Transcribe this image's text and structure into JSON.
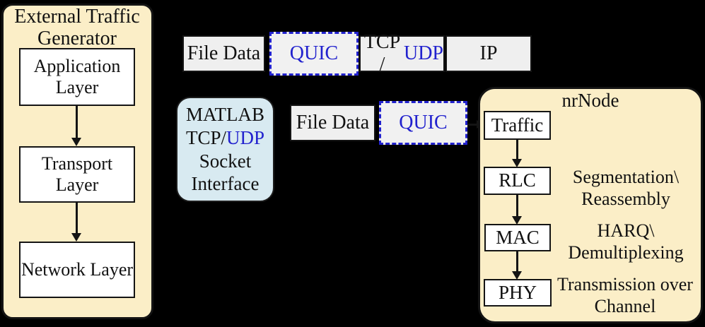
{
  "colors": {
    "background": "#000000",
    "panel_fill": "#FBEEC7",
    "gray_segment_fill": "#EFEFEF",
    "white_box_fill": "#FFFFFF",
    "matlab_fill": "#D8EAF1",
    "accent_blue": "#2222CE",
    "line_black": "#141414"
  },
  "left_panel": {
    "title": "External Traffic Generator",
    "layers": [
      "Application Layer",
      "Transport Layer",
      "Network Layer"
    ]
  },
  "stack_top": {
    "file_data": "File Data",
    "quic": "QUIC",
    "tcp": "TCP /",
    "udp": "UDP",
    "ip": "IP"
  },
  "matlab_box": {
    "line1": "MATLAB",
    "tcp": "TCP/",
    "udp": "UDP",
    "line3": "Socket",
    "line4": "Interface"
  },
  "stack_inner": {
    "file_data": "File Data",
    "quic": "QUIC"
  },
  "nrnode": {
    "title": "nrNode",
    "blocks": [
      "Traffic",
      "RLC",
      "MAC",
      "PHY"
    ],
    "annotations": [
      "Segmentation\\\nReassembly",
      "HARQ\\\nDemultiplexing",
      "Transmission over\nChannel"
    ]
  }
}
